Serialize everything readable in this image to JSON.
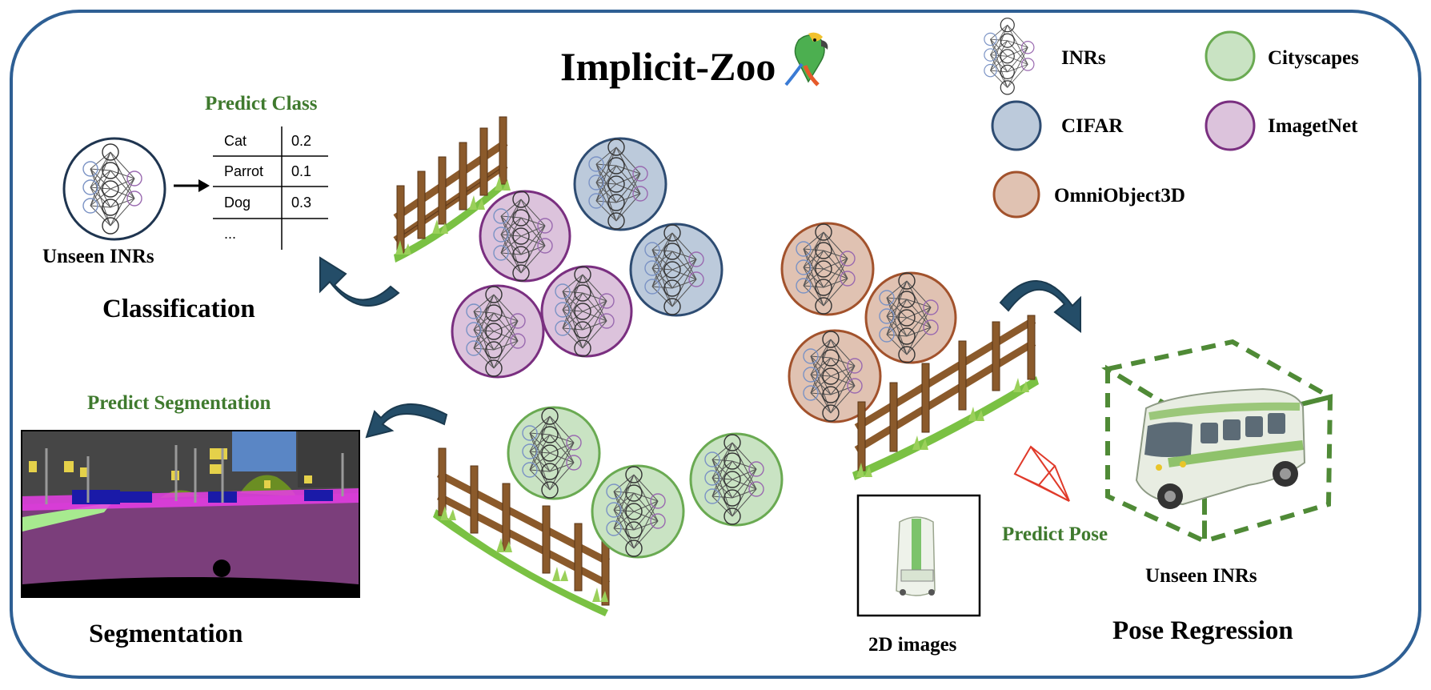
{
  "title": "Implicit-Zoo",
  "legend": [
    {
      "label": "INRs",
      "kind": "inr-icon"
    },
    {
      "label": "Cityscapes",
      "fill": "#c9e3c3",
      "stroke": "#6aaa52"
    },
    {
      "label": "CIFAR",
      "fill": "#bccadb",
      "stroke": "#2e4c72"
    },
    {
      "label": "ImagetNet",
      "fill": "#dcc3dc",
      "stroke": "#7a2f80"
    },
    {
      "label": "OmniObject3D",
      "fill": "#e0c2b2",
      "stroke": "#a2522c"
    }
  ],
  "classification": {
    "caption": "Predict Class",
    "input_label": "Unseen INRs",
    "section_label": "Classification",
    "table": {
      "rows": [
        {
          "cls": "Cat",
          "p": "0.2"
        },
        {
          "cls": "Parrot",
          "p": "0.1"
        },
        {
          "cls": "Dog",
          "p": "0.3"
        },
        {
          "cls": "...",
          "p": ""
        }
      ]
    }
  },
  "segmentation": {
    "caption": "Predict Segmentation",
    "section_label": "Segmentation"
  },
  "pose": {
    "caption": "Predict Pose",
    "input_label": "Unseen INRs",
    "image_label": "2D images",
    "section_label": "Pose Regression"
  },
  "colors": {
    "frame": "#2e5f94",
    "arrow": "#244d68",
    "caption_green": "#3f7a2e",
    "cube_green": "#4f8a36",
    "camera_red": "#e03a2a"
  }
}
